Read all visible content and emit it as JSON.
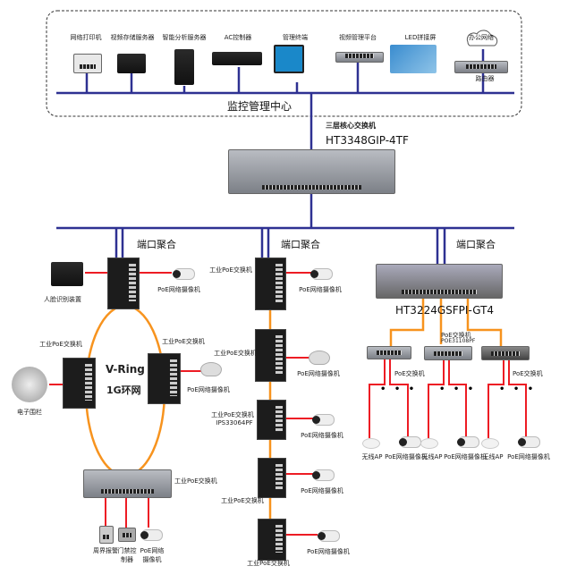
{
  "colors": {
    "bus": "#2e3192",
    "ring": "#f7931e",
    "poe": "#ed1c24"
  },
  "center": {
    "title": "监控管理中心",
    "devices": [
      "网络打印机",
      "视频存储服务器",
      "智能分析服务器",
      "AC控制器",
      "管理终端",
      "视频管理平台",
      "LED拼接屏"
    ],
    "cloud": "办公网络",
    "router": "路由器"
  },
  "core": {
    "title": "三层核心交换机",
    "model": "HT3348GIP-4TF"
  },
  "aggregation": "端口聚合",
  "ring": {
    "line1": "V-Ring",
    "line2": "1G环网"
  },
  "left": {
    "face": "人脸识别装置",
    "camera": "PoE网络摄像机",
    "sw_left": "工业PoE交换机",
    "fence": "电子围栏",
    "sw_right": "工业PoE交换机",
    "dome": "PoE网络摄像机",
    "bottom_sw": "工业PoE交换机",
    "alarm": "周界报警",
    "access": "门禁控制器",
    "cam_bottom": "PoE网络摄像机"
  },
  "middle": {
    "switches": [
      "工业PoE交换机",
      "工业PoE交换机",
      "工业PoE交换机",
      "工业PoE交换机",
      "工业PoE交换机"
    ],
    "model3": "IPS33064PF",
    "camera": "PoE网络摄像机"
  },
  "right": {
    "model": "HT3224GSFPI-GT4",
    "poe_sw": "PoE交换机",
    "poe_model": "POE31108PF",
    "ap": "无线AP",
    "camera": "PoE网络摄像机",
    "dots": "• • •"
  }
}
